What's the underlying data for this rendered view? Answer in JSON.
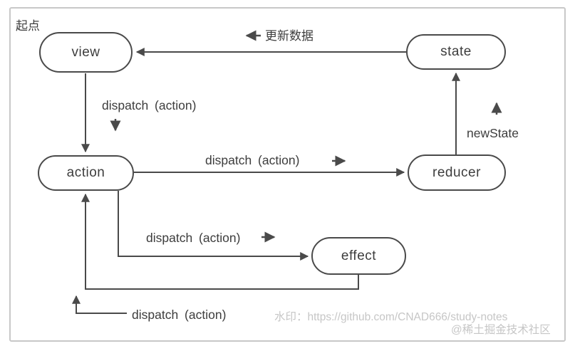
{
  "diagram": {
    "start_label": "起点",
    "nodes": {
      "view": "view",
      "state": "state",
      "action": "action",
      "reducer": "reducer",
      "effect": "effect"
    },
    "labels": {
      "update_data": "更新数据",
      "dispatch_view_to_action": "dispatch (action)",
      "dispatch_action_to_reducer": "dispatch (action)",
      "new_state": "newState",
      "dispatch_action_to_effect": "dispatch (action)",
      "dispatch_effect_to_action": "dispatch (action)"
    },
    "icons": {
      "left_arrow": "←",
      "down_arrow": "↓",
      "right_arrow": "→",
      "up_arrow": "↑"
    },
    "colors": {
      "line": "#4a4a4a",
      "text": "#3d3d3d",
      "node_border": "#4a4a4a",
      "node_fill": "#ffffff",
      "frame_border": "#c8c8c8",
      "watermark": "#c6c6c6",
      "background": "#ffffff"
    }
  },
  "watermark": {
    "line1": "水印：https://github.com/CNAD666/study-notes",
    "line2": "@稀土掘金技术社区"
  }
}
